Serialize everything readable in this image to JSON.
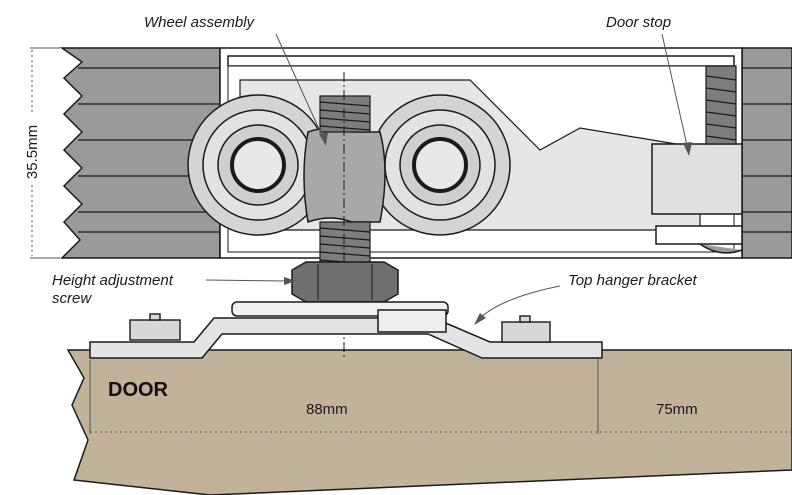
{
  "labels": {
    "wheel_assembly": "Wheel assembly",
    "door_stop": "Door stop",
    "height_adjustment_line1": "Height adjustment",
    "height_adjustment_line2": "screw",
    "top_hanger_bracket": "Top hanger bracket",
    "door": "DOOR"
  },
  "dimensions": {
    "track_height": "35.5mm",
    "width_left": "88mm",
    "width_right": "75mm"
  },
  "colors": {
    "track_fill": "#9a9a9a",
    "wheel_fill": "#d4d4d4",
    "door_fill": "#c2b29a",
    "bracket_fill": "#e4e4e4",
    "nut_fill": "#6f6f6f",
    "outline": "#1a1a1a"
  }
}
